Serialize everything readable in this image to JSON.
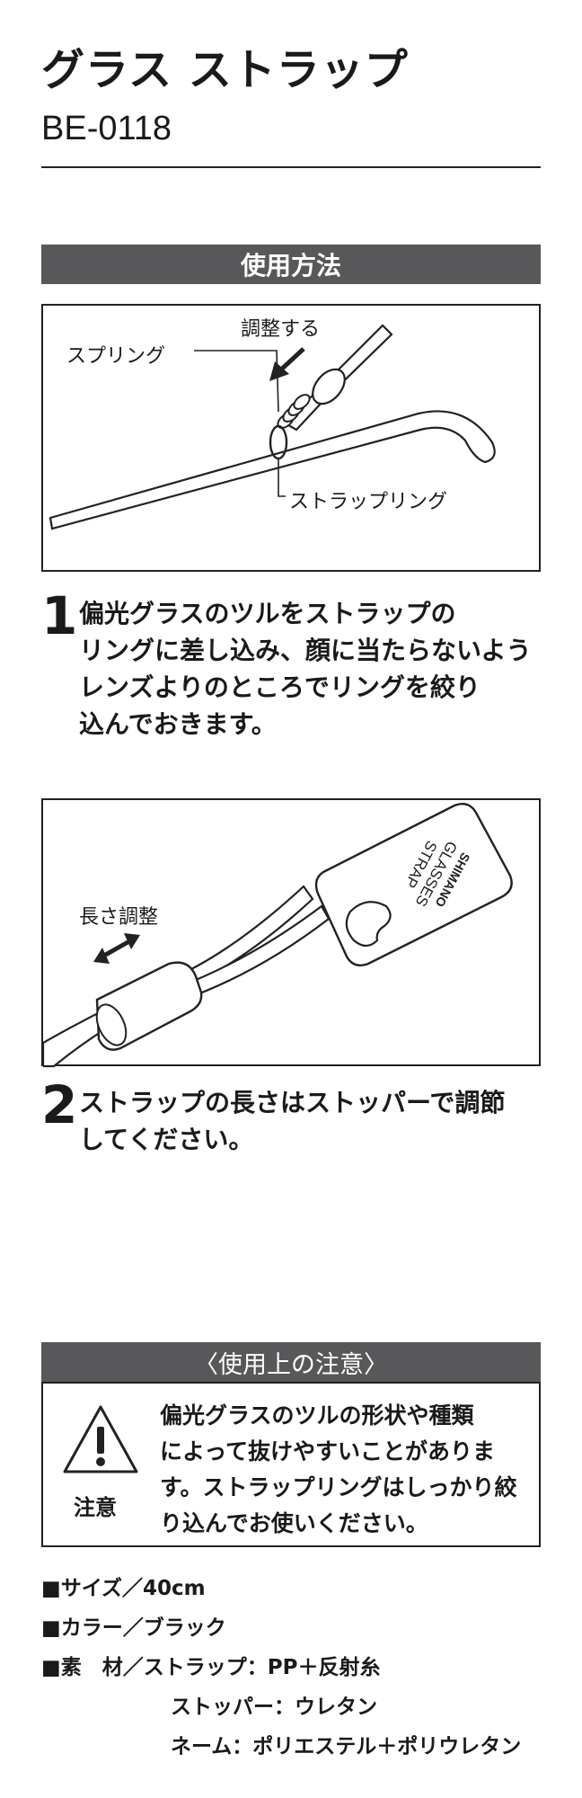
{
  "header": {
    "title": "グラス ストラップ",
    "model": "BE-0118"
  },
  "usage": {
    "section_title": "使用方法",
    "figure1": {
      "label_adjust": "調整する",
      "label_spring": "スプリング",
      "label_strap_ring": "ストラップリング"
    },
    "step1": {
      "number": "1",
      "text": "偏光グラスのツルをストラップの\nリングに差し込み、顔に当たらないよう\nレンズよりのところでリングを絞り\n込んでおきます。"
    },
    "figure2": {
      "label_length": "長さ調整",
      "tag_brand": "SHIMANO",
      "tag_line1": "GLASSES",
      "tag_line2": "STRAP"
    },
    "step2": {
      "number": "2",
      "text": "ストラップの長さはストッパーで調節\nしてください。"
    }
  },
  "caution": {
    "section_title": "〈使用上の注意〉",
    "label": "注意",
    "text": "偏光グラスのツルの形状や種類\nによって抜けやすいことがありま\nす。ストラップリングはしっかり絞\nり込んでお使いください。"
  },
  "specs": {
    "size": "■サイズ／40cm",
    "color": "■カラー／ブラック",
    "material": "■素　材／ストラップ：PP＋反射糸",
    "stopper": "ストッパー：ウレタン",
    "name_tag": "ネーム：ポリエステル＋ポリウレタン"
  }
}
